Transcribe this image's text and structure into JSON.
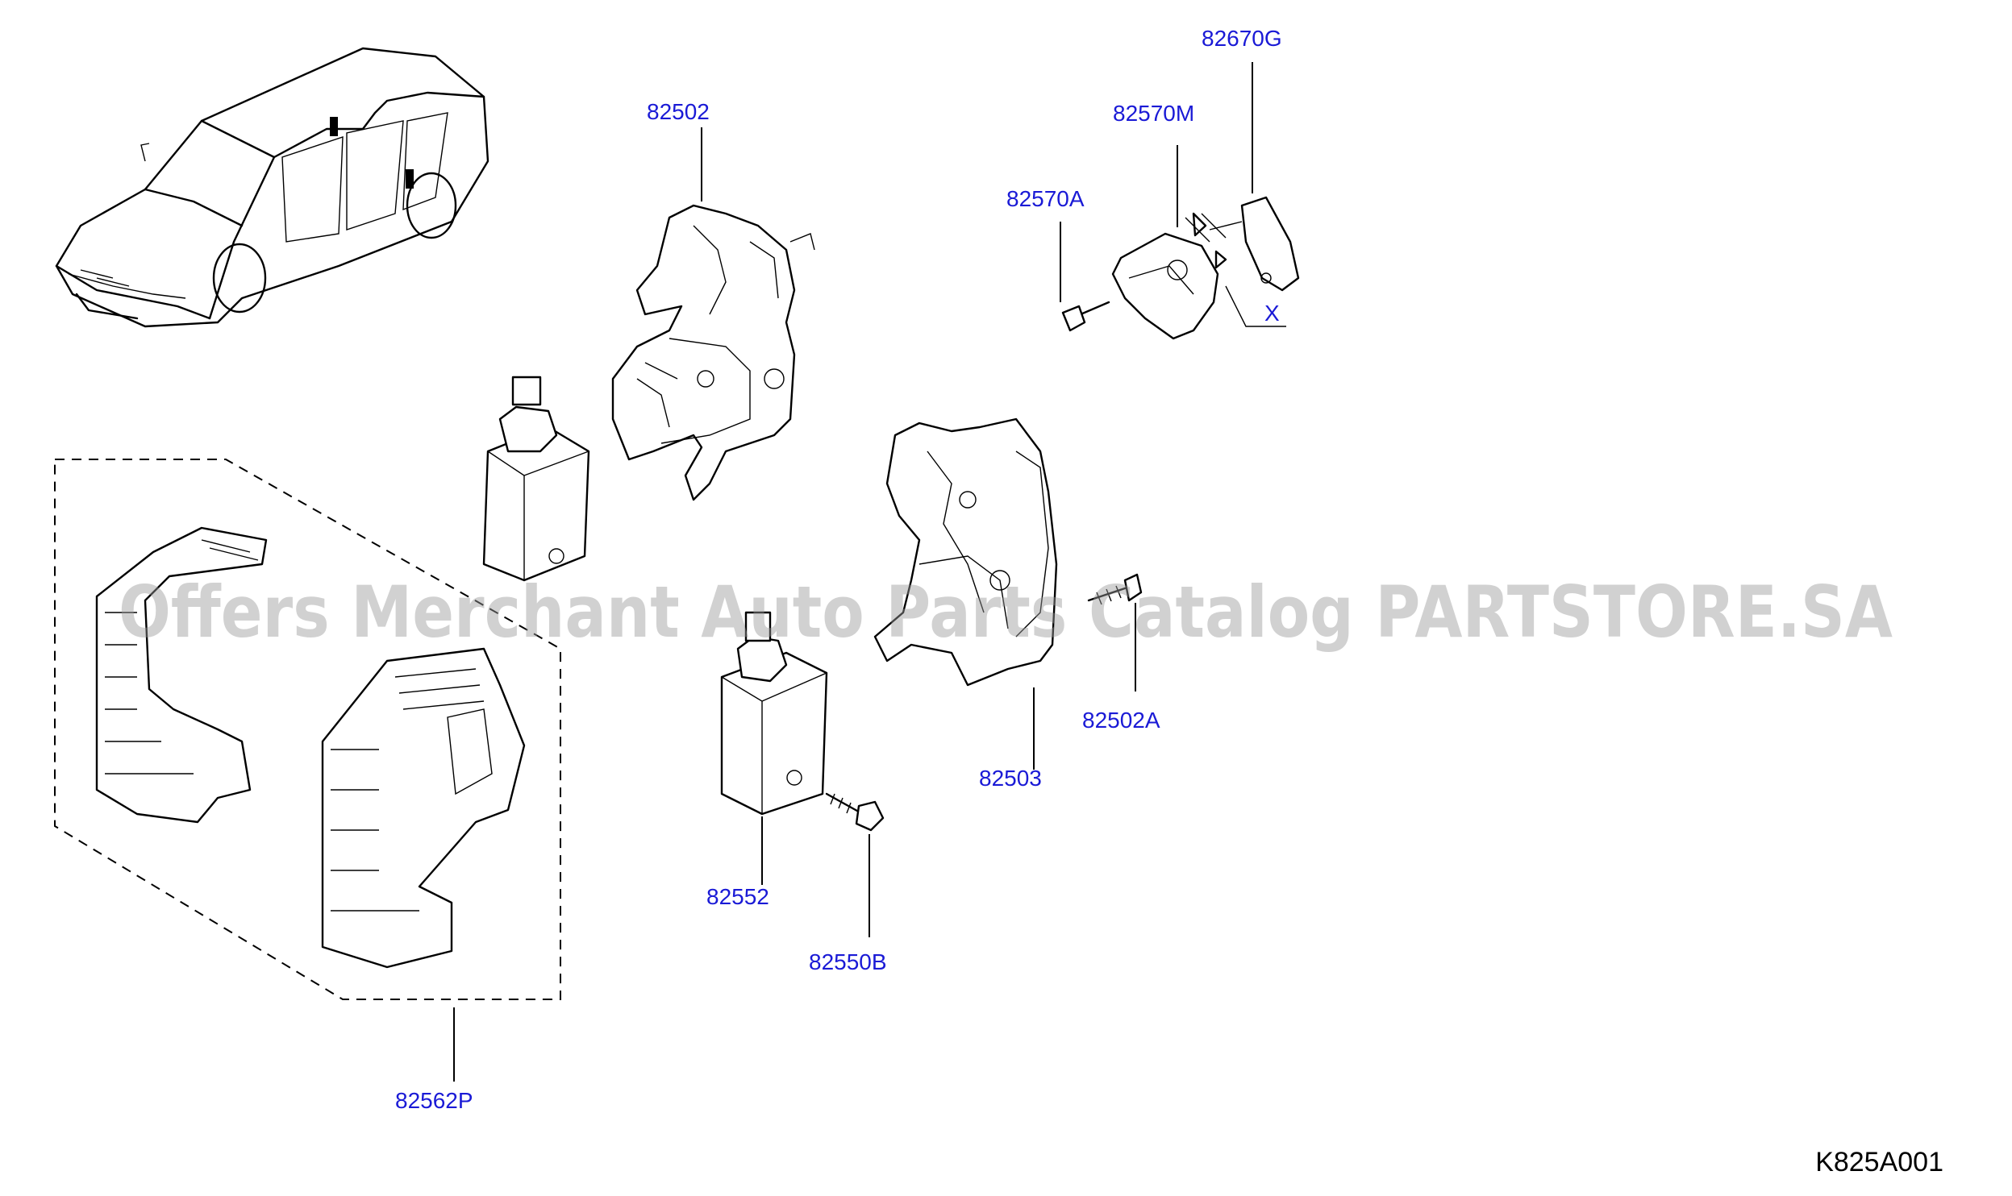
{
  "diagram": {
    "reference_code": "K825A001",
    "watermark": "Offers Merchant Auto Parts Catalog PARTSTORE.SA",
    "callouts": {
      "p82670G": "82670G",
      "p82570M": "82570M",
      "p82570A": "82570A",
      "p82502": "82502",
      "p82502A": "82502A",
      "p82503": "82503",
      "p82552": "82552",
      "p82550B": "82550B",
      "p82562P": "82562P",
      "marker_x": "X"
    },
    "colors": {
      "callout_text": "#1a1ad6",
      "line": "#000000",
      "watermark": "#9a9a9a"
    }
  }
}
